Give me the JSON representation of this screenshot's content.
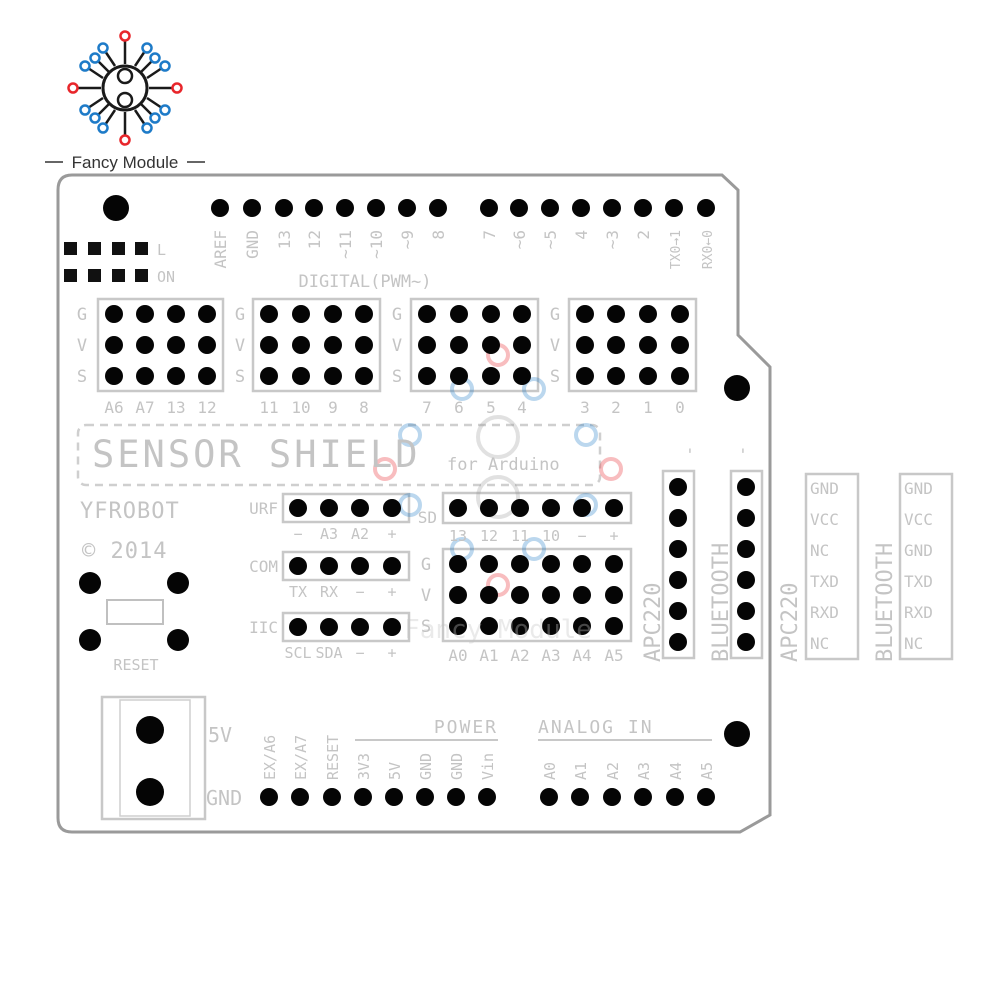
{
  "brand": {
    "name": "Fancy Module",
    "colors": {
      "red": "#e8262b",
      "blue": "#1e7bc8",
      "dark": "#1a1a1a"
    }
  },
  "board": {
    "top_pin_labels": [
      "AREF",
      "GND",
      "13",
      "12",
      "~11",
      "~10",
      "~9",
      "8",
      "7",
      "~6",
      "~5",
      "4",
      "~3",
      "2",
      "TX0→1",
      "RX0←0"
    ],
    "digital_label": "DIGITAL(PWM~)",
    "led_labels": [
      "L",
      "ON"
    ],
    "gvs_rows": [
      "G",
      "V",
      "S"
    ],
    "block_labels": [
      [
        "A6",
        "A7",
        "13",
        "12"
      ],
      [
        "11",
        "10",
        "9",
        "8"
      ],
      [
        "7",
        "6",
        "5",
        "4"
      ],
      [
        "3",
        "2",
        "1",
        "0"
      ]
    ],
    "title": "SENSOR SHIELD",
    "subtitle": "for Arduino",
    "maker": "YFROBOT",
    "year": "© 2014",
    "urf": {
      "label": "URF",
      "pins": [
        "−",
        "A3",
        "A2",
        "+"
      ]
    },
    "sd": {
      "label": "SD",
      "pins": [
        "13",
        "12",
        "11",
        "10",
        "−",
        "+"
      ]
    },
    "com": {
      "label": "COM",
      "pins": [
        "TX",
        "RX",
        "−",
        "+"
      ]
    },
    "iic": {
      "label": "IIC",
      "pins": [
        "SCL",
        "SDA",
        "−",
        "+"
      ]
    },
    "analog_gvs_labels": [
      "A0",
      "A1",
      "A2",
      "A3",
      "A4",
      "A5"
    ],
    "apc_label": "APC220",
    "bt_label": "BLUETOOTH",
    "reset_label": "RESET",
    "power_terminal": [
      "5V",
      "GND"
    ],
    "power_label": "POWER",
    "analog_in_label": "ANALOG IN",
    "power_pins": [
      "EX/A6",
      "EX/A7",
      "RESET",
      "3V3",
      "5V",
      "GND",
      "GND",
      "Vin"
    ],
    "analog_pins": [
      "A0",
      "A1",
      "A2",
      "A3",
      "A4",
      "A5"
    ],
    "apc_side_pins": [
      "GND",
      "VCC",
      "NC",
      "TXD",
      "RXD",
      "NC"
    ],
    "bt_side_pins": [
      "GND",
      "VCC",
      "GND",
      "TXD",
      "RXD",
      "NC"
    ],
    "watermark": "Fancy Module"
  }
}
